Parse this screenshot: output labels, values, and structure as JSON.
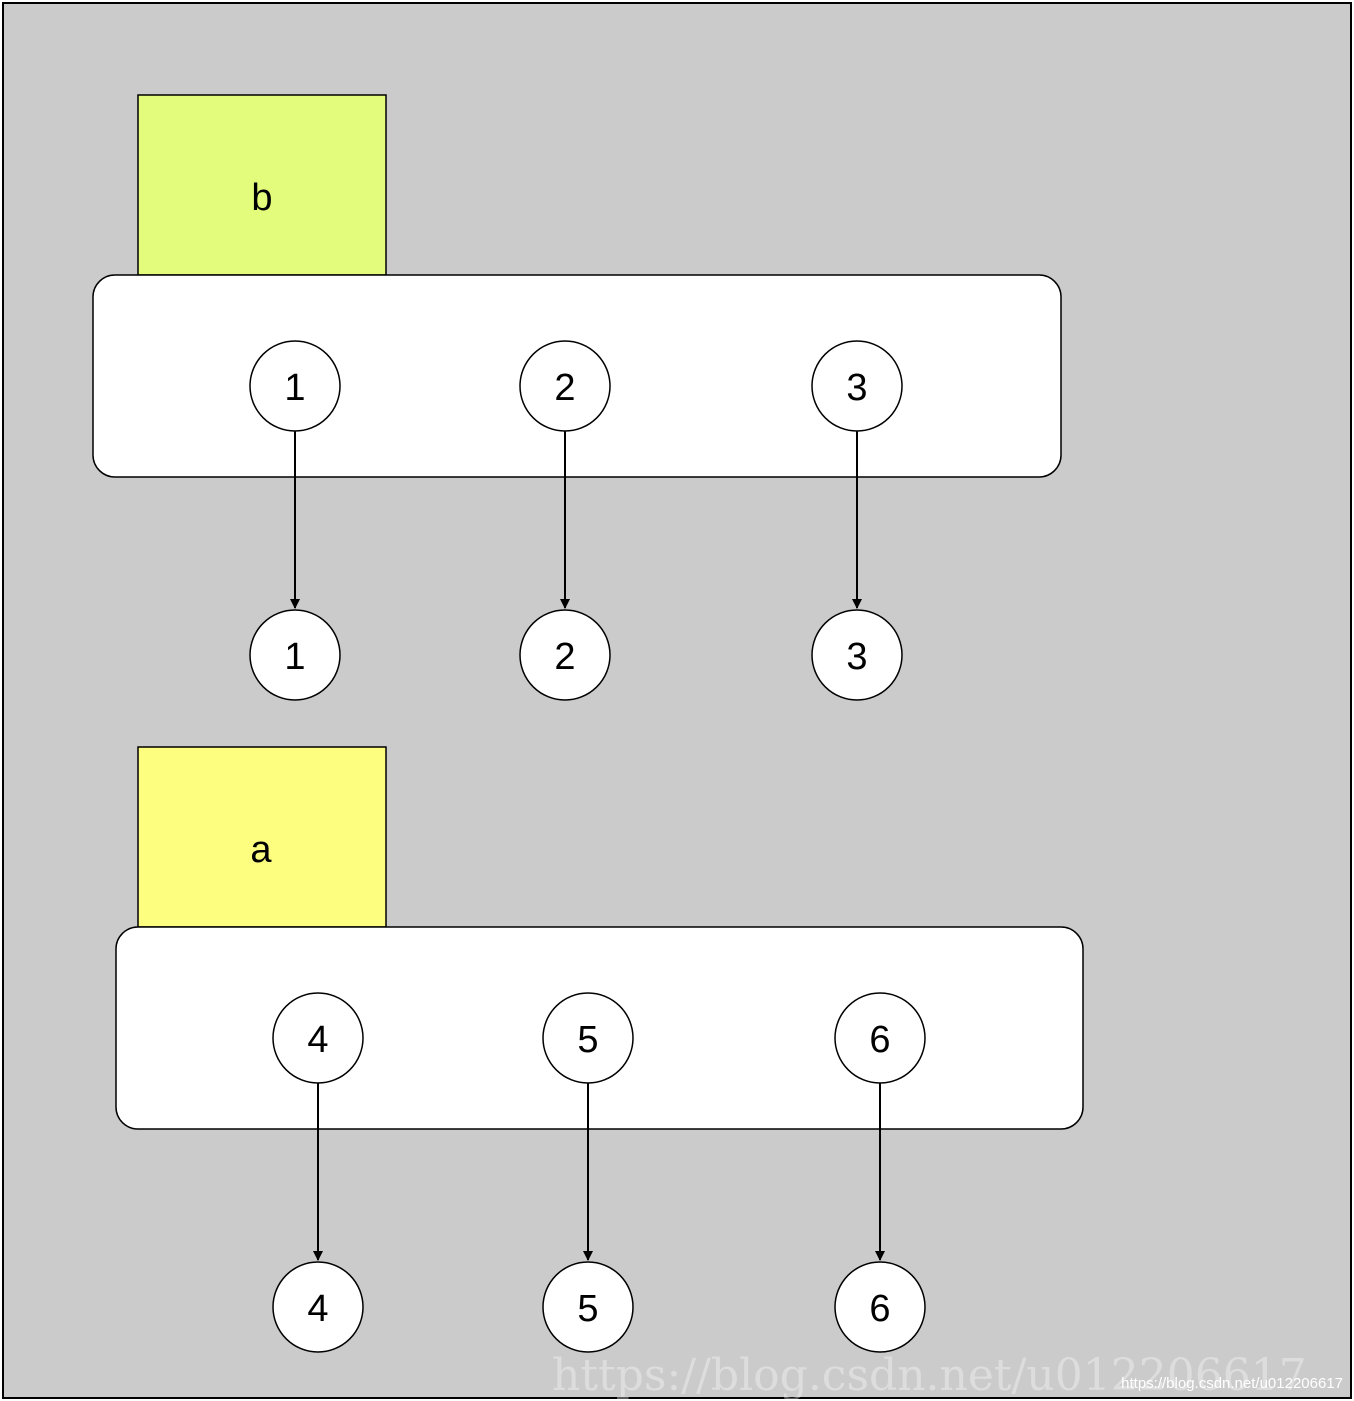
{
  "colors": {
    "canvas": "#cbcbcb",
    "panel": "#ffffff",
    "stroke": "#000000",
    "label_b_fill": "#e3fc7c",
    "label_a_fill": "#fdfd80"
  },
  "groups": [
    {
      "label": "b",
      "container_nodes": [
        "1",
        "2",
        "3"
      ],
      "target_nodes": [
        "1",
        "2",
        "3"
      ]
    },
    {
      "label": "a",
      "container_nodes": [
        "4",
        "5",
        "6"
      ],
      "target_nodes": [
        "4",
        "5",
        "6"
      ]
    }
  ],
  "watermark": {
    "large": "https://blog.csdn.net/u012206617",
    "small": "https://blog.csdn.net/u012206617"
  }
}
